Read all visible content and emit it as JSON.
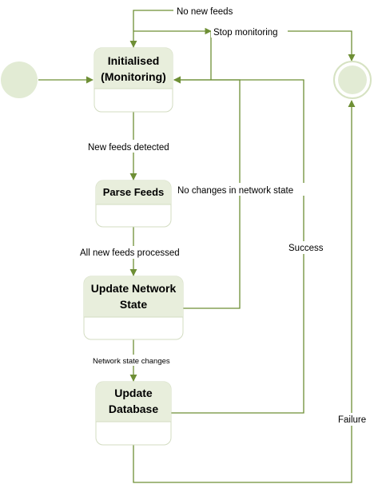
{
  "colors": {
    "edge": "#6e8f35",
    "state_fill": "#ffffff",
    "state_header": "#e8eedc",
    "state_border": "#d3dcc2",
    "initial_node": "#e2ebd4",
    "final_ring": "#d6e2c2",
    "final_core": "#e2ebd4"
  },
  "states": {
    "initialised": {
      "line1": "Initialised",
      "line2": "(Monitoring)"
    },
    "parse": {
      "line1": "Parse Feeds"
    },
    "update_network": {
      "line1": "Update Network",
      "line2": "State"
    },
    "update_db": {
      "line1": "Update",
      "line2": "Database"
    }
  },
  "transitions": {
    "no_new_feeds": "No new feeds",
    "stop_monitoring": "Stop monitoring",
    "new_feeds_detected": "New feeds detected",
    "no_changes": "No changes in network state",
    "all_processed": "All new feeds processed",
    "success": "Success",
    "network_changes": "Network state changes",
    "failure": "Failure"
  }
}
